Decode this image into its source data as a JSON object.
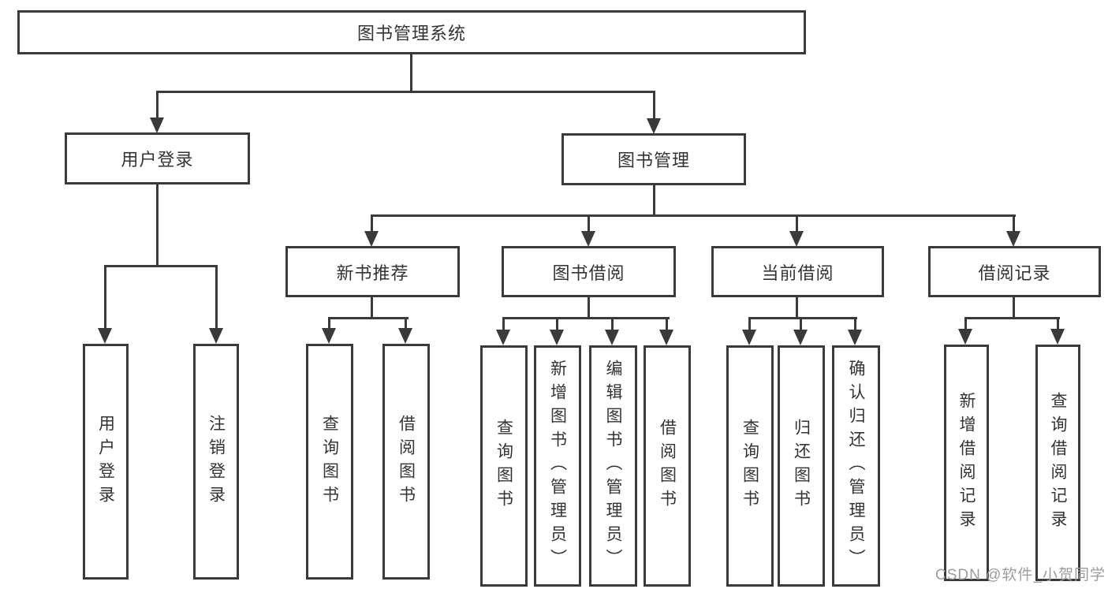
{
  "diagram": {
    "root": {
      "label": "图书管理系统"
    },
    "branches": [
      {
        "label": "用户登录",
        "children": [
          {
            "label": "用户登录"
          },
          {
            "label": "注销登录"
          }
        ]
      },
      {
        "label": "图书管理",
        "children": [
          {
            "label": "新书推荐",
            "children": [
              {
                "label": "查询图书"
              },
              {
                "label": "借阅图书"
              }
            ]
          },
          {
            "label": "图书借阅",
            "children": [
              {
                "label": "查询图书"
              },
              {
                "label": "新增图书（管理员）"
              },
              {
                "label": "编辑图书（管理员）"
              },
              {
                "label": "借阅图书"
              }
            ]
          },
          {
            "label": "当前借阅",
            "children": [
              {
                "label": "查询图书"
              },
              {
                "label": "归还图书"
              },
              {
                "label": "确认归还（管理员）"
              }
            ]
          },
          {
            "label": "借阅记录",
            "children": [
              {
                "label": "新增借阅记录"
              },
              {
                "label": "查询借阅记录"
              }
            ]
          }
        ]
      }
    ]
  },
  "watermark": {
    "text": "CSDN @软件_小贺同学"
  },
  "colors": {
    "line": "#3a3a3a",
    "text": "#333333",
    "watermark": "#9c9c9c"
  }
}
